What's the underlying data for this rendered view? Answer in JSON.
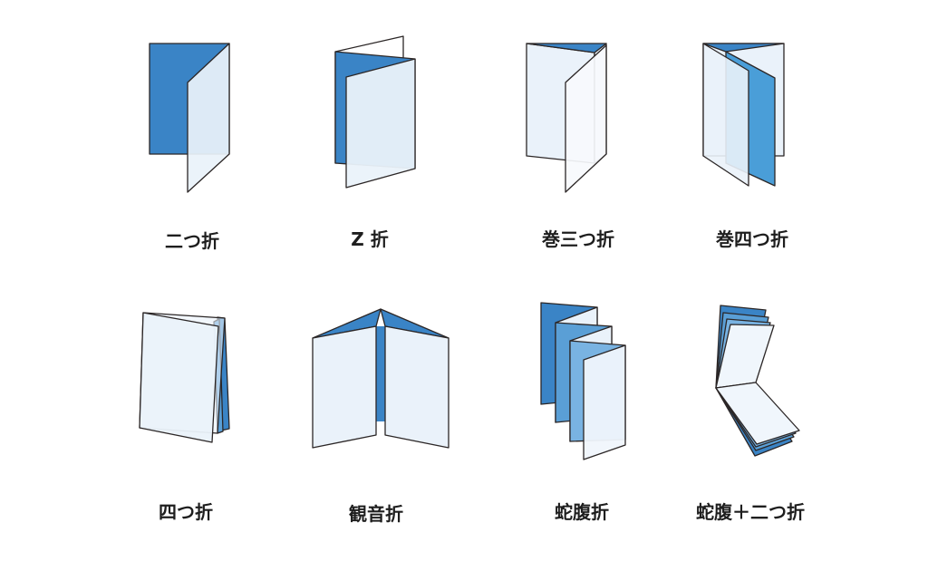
{
  "colors": {
    "blue_dark": "#3a84c6",
    "blue_mid": "#5a9fd6",
    "blue_light": "#79b3e2",
    "paper": "#eaf2fa",
    "outline": "#2b2626"
  },
  "folds": [
    {
      "label": "二つ折"
    },
    {
      "label": "Z 折"
    },
    {
      "label": "巻三つ折"
    },
    {
      "label": "巻四つ折"
    },
    {
      "label": "四つ折"
    },
    {
      "label": "観音折"
    },
    {
      "label": "蛇腹折"
    },
    {
      "label": "蛇腹＋二つ折"
    }
  ]
}
